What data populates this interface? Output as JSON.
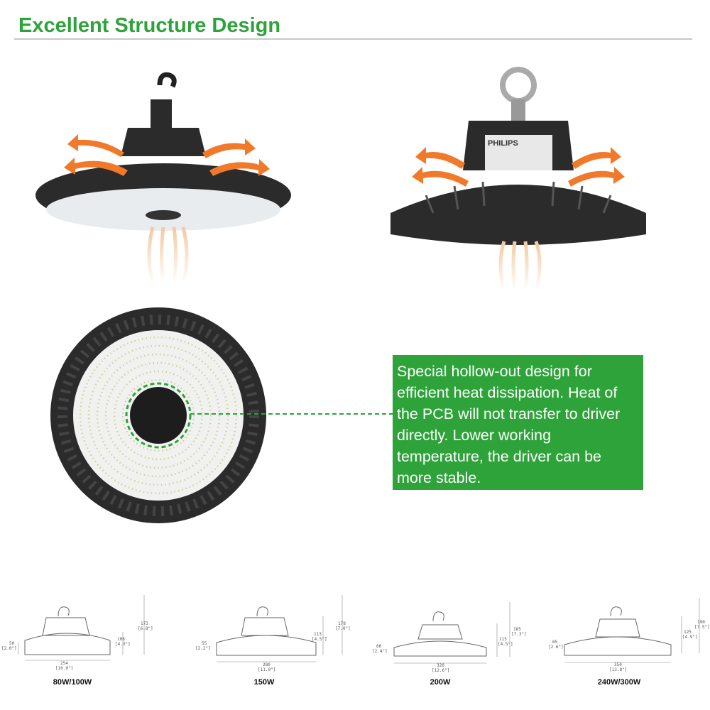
{
  "title": "Excellent Structure Design",
  "brand_on_driver": "PHILIPS",
  "callout": "Special hollow-out design for efficient heat dissipation. Heat of the PCB will not transfer to driver directly. Lower working temperature, the driver can be more stable.",
  "colors": {
    "accent": "#2ea33a",
    "arrow": "#f07a2a",
    "body": "#2b2b2b"
  },
  "models": [
    {
      "label": "80W/100W",
      "h_base": "50",
      "h_base_in": "[2.0\"]",
      "h_body": "108",
      "h_body_in": "[4.3\"]",
      "h_total": "173",
      "h_total_in": "[6.8\"]",
      "dia": "254",
      "dia_in": "[10.0\"]"
    },
    {
      "label": "150W",
      "h_base": "55",
      "h_base_in": "[2.2\"]",
      "h_body": "113",
      "h_body_in": "[4.5\"]",
      "h_total": "178",
      "h_total_in": "[7.0\"]",
      "dia": "280",
      "dia_in": "[11.0\"]"
    },
    {
      "label": "200W",
      "h_base": "60",
      "h_base_in": "[2.4\"]",
      "h_body": "115",
      "h_body_in": "[4.5\"]",
      "h_total": "185",
      "h_total_in": "[7.3\"]",
      "dia": "320",
      "dia_in": "[12.6\"]"
    },
    {
      "label": "240W/300W",
      "h_base": "65",
      "h_base_in": "[2.6\"]",
      "h_body": "125",
      "h_body_in": "[4.9\"]",
      "h_total": "190",
      "h_total_in": "[7.5\"]",
      "dia": "350",
      "dia_in": "[13.8\"]"
    }
  ]
}
